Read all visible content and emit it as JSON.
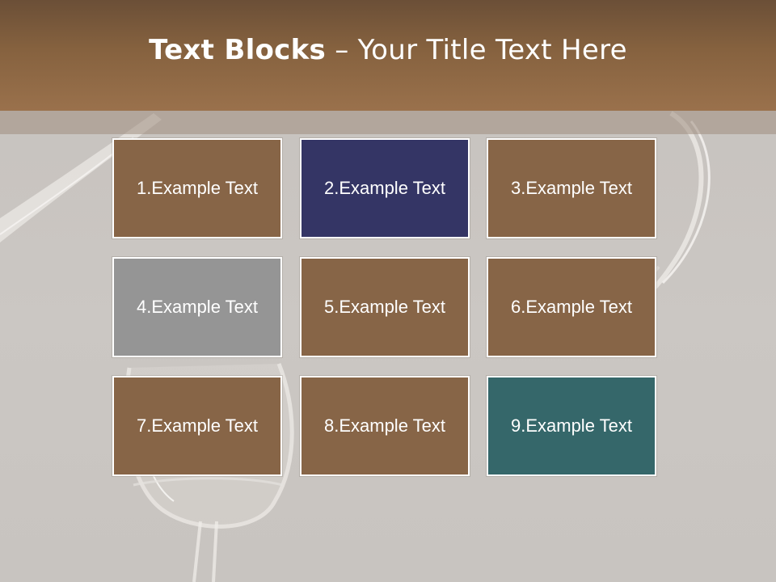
{
  "title": {
    "bold": "Text Blocks",
    "separator": " – ",
    "normal": "Your Title Text Here"
  },
  "blocks": [
    {
      "label": "1.Example Text",
      "color": "#876547"
    },
    {
      "label": "2.Example Text",
      "color": "#343565"
    },
    {
      "label": "3.Example Text",
      "color": "#876547"
    },
    {
      "label": "4.Example Text",
      "color": "#959595"
    },
    {
      "label": "5.Example Text",
      "color": "#876547"
    },
    {
      "label": "6.Example Text",
      "color": "#876547"
    },
    {
      "label": "7.Example Text",
      "color": "#876547"
    },
    {
      "label": "8.Example Text",
      "color": "#876547"
    },
    {
      "label": "9.Example Text",
      "color": "#35676a"
    }
  ],
  "colors": {
    "title_bar": "#86623f",
    "background": "#c9c5c1"
  }
}
